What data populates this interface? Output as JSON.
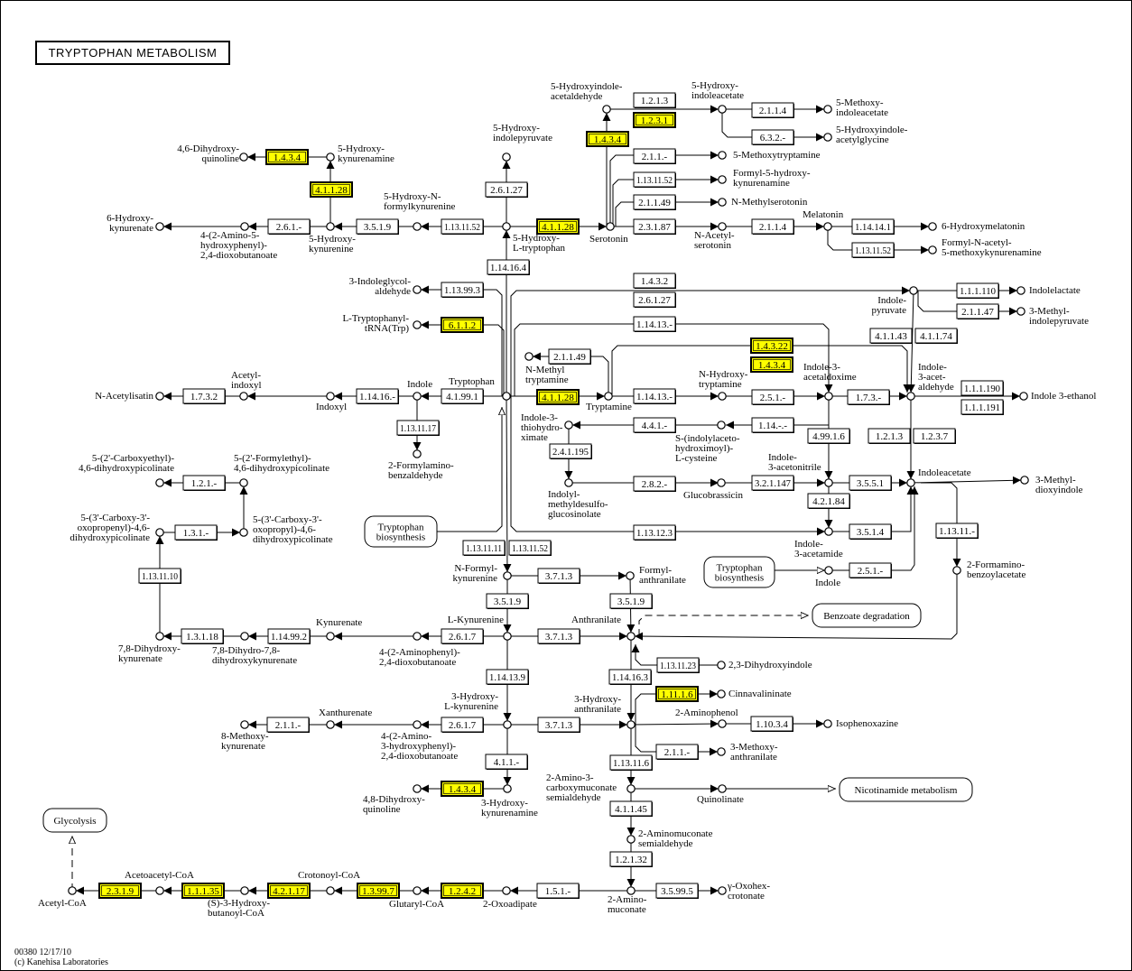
{
  "title": "TRYPTOPHAN METABOLISM",
  "footer": {
    "code": "00380 12/17/10",
    "copyright": "(c) Kanehisa Laboratories"
  },
  "colors": {
    "highlight": "#ffff00",
    "line": "#000000",
    "background": "#ffffff"
  },
  "enzymes": [
    {
      "ec": "1.4.3.4",
      "hl": true
    },
    {
      "ec": "4.1.1.28",
      "hl": true
    },
    {
      "ec": "2.6.1.-"
    },
    {
      "ec": "3.5.1.9"
    },
    {
      "ec": "1.13.11.52"
    },
    {
      "ec": "2.6.1.27"
    },
    {
      "ec": "4.1.1.28",
      "hl": true
    },
    {
      "ec": "1.14.16.4"
    },
    {
      "ec": "1.4.3.4",
      "hl": true
    },
    {
      "ec": "1.2.1.3"
    },
    {
      "ec": "1.2.3.1",
      "hl": true
    },
    {
      "ec": "2.1.1.4"
    },
    {
      "ec": "6.3.2.-"
    },
    {
      "ec": "2.1.1.-"
    },
    {
      "ec": "1.13.11.52"
    },
    {
      "ec": "2.1.1.49"
    },
    {
      "ec": "2.3.1.87"
    },
    {
      "ec": "2.1.1.4"
    },
    {
      "ec": "1.14.14.1"
    },
    {
      "ec": "1.13.11.52"
    },
    {
      "ec": "1.13.99.3"
    },
    {
      "ec": "6.1.1.2",
      "hl": true
    },
    {
      "ec": "1.4.3.2"
    },
    {
      "ec": "2.6.1.27"
    },
    {
      "ec": "1.14.13.-"
    },
    {
      "ec": "1.4.3.22",
      "hl": true
    },
    {
      "ec": "1.4.3.4",
      "hl": true
    },
    {
      "ec": "2.1.1.49"
    },
    {
      "ec": "4.1.1.28",
      "hl": true
    },
    {
      "ec": "1.14.13.-"
    },
    {
      "ec": "2.5.1.-"
    },
    {
      "ec": "1.7.3.-"
    },
    {
      "ec": "1.1.1.110"
    },
    {
      "ec": "2.1.1.47"
    },
    {
      "ec": "4.1.1.43"
    },
    {
      "ec": "4.1.1.74"
    },
    {
      "ec": "1.1.1.190"
    },
    {
      "ec": "1.1.1.191"
    },
    {
      "ec": "1.2.1.3"
    },
    {
      "ec": "1.2.3.7"
    },
    {
      "ec": "1.14.16.-"
    },
    {
      "ec": "4.1.99.1"
    },
    {
      "ec": "1.7.3.2"
    },
    {
      "ec": "1.13.11.17"
    },
    {
      "ec": "4.4.1.-"
    },
    {
      "ec": "1.14.-.-"
    },
    {
      "ec": "2.4.1.195"
    },
    {
      "ec": "4.99.1.6"
    },
    {
      "ec": "2.8.2.-"
    },
    {
      "ec": "3.2.1.147"
    },
    {
      "ec": "3.5.5.1"
    },
    {
      "ec": "4.2.1.84"
    },
    {
      "ec": "3.5.1.4"
    },
    {
      "ec": "1.13.12.3"
    },
    {
      "ec": "1.13.11.11"
    },
    {
      "ec": "1.13.11.52"
    },
    {
      "ec": "1.13.11.-"
    },
    {
      "ec": "2.5.1.-"
    },
    {
      "ec": "1.2.1.-"
    },
    {
      "ec": "1.3.1.-"
    },
    {
      "ec": "1.13.11.10"
    },
    {
      "ec": "1.3.1.18"
    },
    {
      "ec": "1.14.99.2"
    },
    {
      "ec": "2.6.1.7"
    },
    {
      "ec": "3.7.1.3"
    },
    {
      "ec": "3.5.1.9"
    },
    {
      "ec": "3.5.1.9"
    },
    {
      "ec": "3.7.1.3"
    },
    {
      "ec": "1.14.13.9"
    },
    {
      "ec": "1.14.16.3"
    },
    {
      "ec": "1.13.11.23"
    },
    {
      "ec": "1.11.1.6",
      "hl": true
    },
    {
      "ec": "1.10.3.4"
    },
    {
      "ec": "2.1.1.-"
    },
    {
      "ec": "2.1.1.-"
    },
    {
      "ec": "2.6.1.7"
    },
    {
      "ec": "3.7.1.3"
    },
    {
      "ec": "4.1.1.-"
    },
    {
      "ec": "1.13.11.6"
    },
    {
      "ec": "1.4.3.4",
      "hl": true
    },
    {
      "ec": "4.1.1.45"
    },
    {
      "ec": "1.2.1.32"
    },
    {
      "ec": "1.5.1.-"
    },
    {
      "ec": "3.5.99.5"
    },
    {
      "ec": "1.2.4.2",
      "hl": true
    },
    {
      "ec": "1.3.99.7",
      "hl": true
    },
    {
      "ec": "4.2.1.17",
      "hl": true
    },
    {
      "ec": "1.1.1.35",
      "hl": true
    },
    {
      "ec": "2.3.1.9",
      "hl": true
    }
  ],
  "compounds": [
    "4,6-Dihydroxy-\nquinoline",
    "5-Hydroxy-\nkynurenamine",
    "6-Hydroxy-\nkynurenate",
    "4-(2-Amino-5-\nhydroxyphenyl)-\n2,4-dioxobutanoate",
    "5-Hydroxy-\nkynurenine",
    "5-Hydroxy-N-\nformylkynurenine",
    "5-Hydroxy-\nindolepyruvate",
    "5-Hydroxy-\nL-tryptophan",
    "5-Hydroxyindole-\nacetaldehyde",
    "5-Hydroxy-\nindoleacetate",
    "5-Methoxy-\nindoleacetate",
    "5-Hydroxyindole-\nacetylglycine",
    "5-Methoxytryptamine",
    "Formyl-5-hydroxy-\nkynurenamine",
    "N-Methylserotonin",
    "Serotonin",
    "N-Acetyl-\nserotonin",
    "Melatonin",
    "6-Hydroxymelatonin",
    "Formyl-N-acetyl-\n5-methoxykynurenamine",
    "3-Indoleglycol-\naldehyde",
    "L-Tryptophanyl-\ntRNA(Trp)",
    "Tryptophan",
    "Indole",
    "Indoxyl",
    "Acetyl-\nindoxyl",
    "N-Acetylisatin",
    "2-Formylamino-\nbenzaldehyde",
    "N-Methyl\ntryptamine",
    "Tryptamine",
    "N-Hydroxy-\ntryptamine",
    "Indole-3-\nacetaldoxime",
    "Indole-\npyruvate",
    "Indolelactate",
    "3-Methyl-\nindolepyruvate",
    "Indole-\n3-acet-\naldehyde",
    "Indole 3-ethanol",
    "Indole-3-\nthiohydro-\nximate",
    "S-(indolylaceto-\nhydroximoyl)-\nL-cysteine",
    "Indolyl-\nmethyldesulfo-\nglucosinolate",
    "Glucobrassicin",
    "Indole-\n3-acetonitrile",
    "Indoleacetate",
    "3-Methyl-\ndioxyindole",
    "Indole-\n3-acetamide",
    "Indole",
    "2-Formamino-\nbenzoylacetate",
    "N-Formyl-\nkynurenine",
    "Formyl-\nanthranilate",
    "L-Kynurenine",
    "Anthranilate",
    "4-(2-Aminophenyl)-\n2,4-dioxobutanoate",
    "Kynurenate",
    "7,8-Dihydro-7,8-\ndihydroxykynurenate",
    "7,8-Dihydroxy-\nkynurenate",
    "5-(3'-Carboxy-3'-\noxopropenyl)-4,6-\ndihydroxypicolinate",
    "5-(3'-Carboxy-3'-\noxopropyl)-4,6-\ndihydroxypicolinate",
    "5-(2'-Formylethyl)-\n4,6-dihydroxypicolinate",
    "5-(2'-Carboxyethyl)-\n4,6-dihydroxypicolinate",
    "2,3-Dihydroxyindole",
    "Cinnavalininate",
    "3-Hydroxy-\nL-kynurenine",
    "3-Hydroxy-\nanthranilate",
    "2-Aminophenol",
    "Isophenoxazine",
    "3-Methoxy-\nanthranilate",
    "4-(2-Amino-\n3-hydroxyphenyl)-\n2,4-dioxobutanoate",
    "Xanthurenate",
    "8-Methoxy-\nkynurenate",
    "3-Hydroxy-\nkynurenamine",
    "4,8-Dihydroxy-\nquinoline",
    "2-Amino-3-\ncarboxymuconate\nsemialdehyde",
    "Quinolinate",
    "2-Aminomuconate\nsemialdehyde",
    "2-Amino-\nmuconate",
    "γ-Oxohex-\ncrotonate",
    "2-Oxoadipate",
    "Glutaryl-CoA",
    "Crotonoyl-CoA",
    "(S)-3-Hydroxy-\nbutanoyl-CoA",
    "Acetoacetyl-CoA",
    "Acetyl-CoA"
  ],
  "maps": [
    "Tryptophan\nbiosynthesis",
    "Tryptophan\nbiosynthesis",
    "Benzoate degradation",
    "Nicotinamide metabolism",
    "Glycolysis"
  ]
}
